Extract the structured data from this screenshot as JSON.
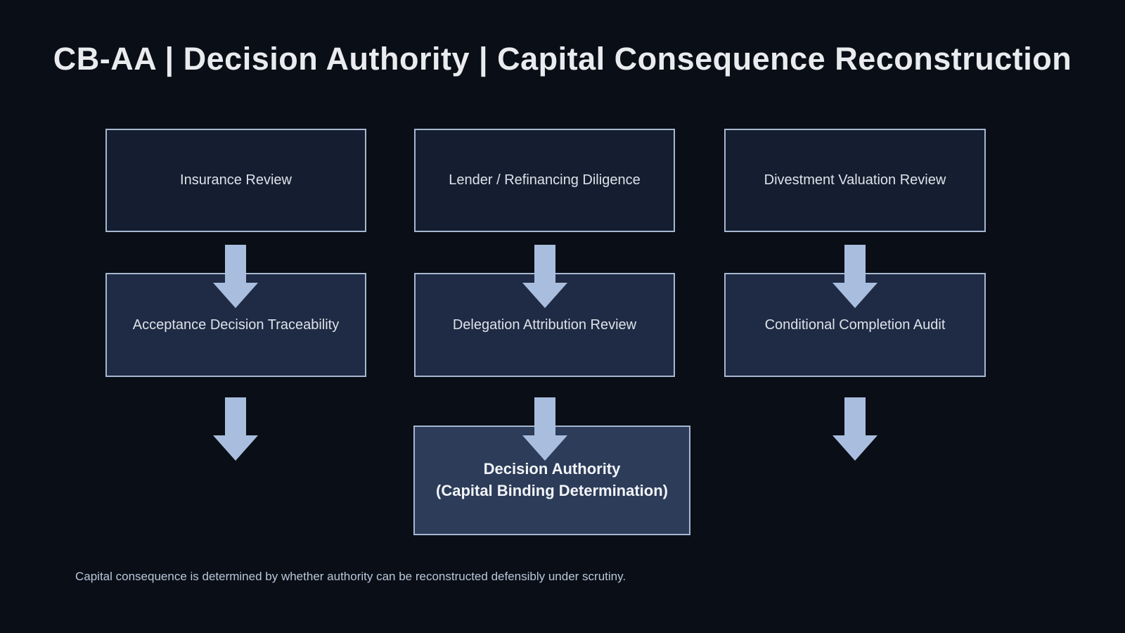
{
  "title": "CB-AA | Decision Authority | Capital Consequence Reconstruction",
  "columns": [
    {
      "top": "Insurance Review",
      "mid": "Acceptance Decision Traceability"
    },
    {
      "top": "Lender / Refinancing Diligence",
      "mid": "Delegation Attribution Review"
    },
    {
      "top": "Divestment Valuation Review",
      "mid": "Conditional Completion Audit"
    }
  ],
  "decision_box": {
    "line1": "Decision Authority",
    "line2": "(Capital Binding Determination)"
  },
  "footnote": "Capital consequence is determined by whether authority can be reconstructed defensibly under scrutiny.",
  "colors": {
    "background": "#0a0e16",
    "box_row1_fill": "#151e30",
    "box_row2_fill": "#1f2b44",
    "decision_fill": "#2c3c59",
    "box_border": "#a6b7d2",
    "arrow_fill": "#a9bedf",
    "title_text": "#e9ebee",
    "box_text": "#dde2e9",
    "footnote_text": "#b9c7db"
  }
}
